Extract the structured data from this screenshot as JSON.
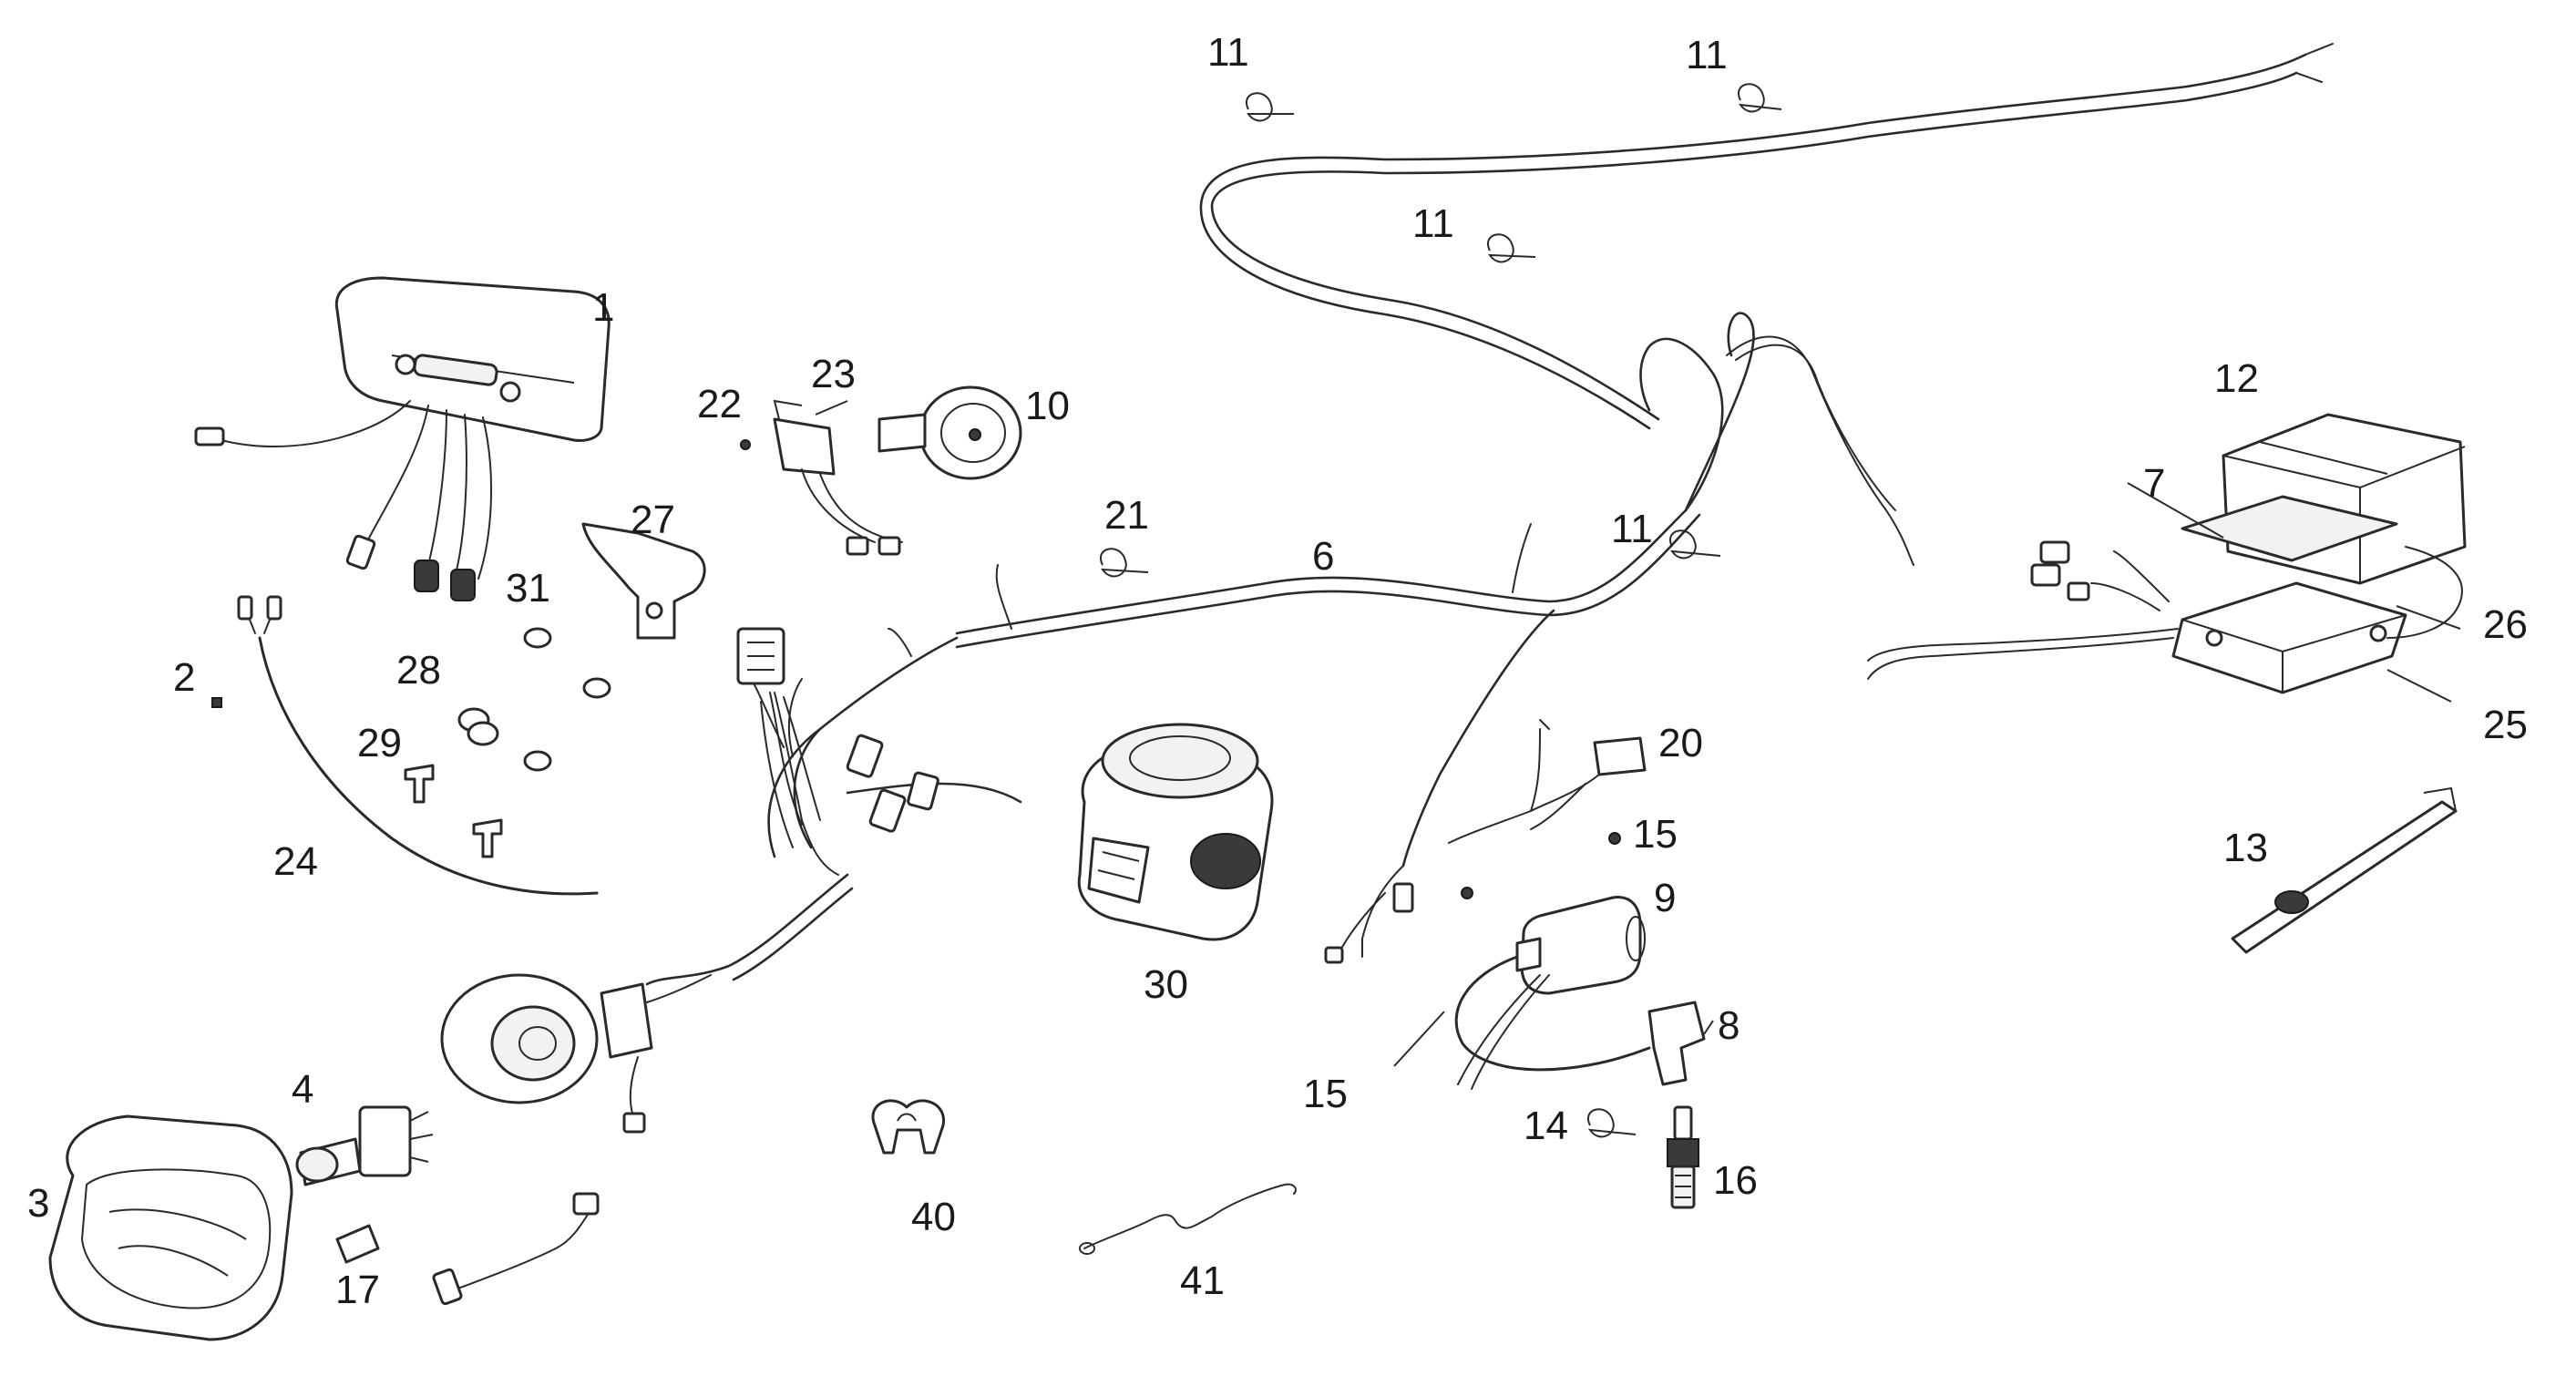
{
  "diagram": {
    "callouts": [
      {
        "id": "c1",
        "text": "1"
      },
      {
        "id": "c2",
        "text": "2"
      },
      {
        "id": "c3",
        "text": "3"
      },
      {
        "id": "c4",
        "text": "4"
      },
      {
        "id": "c6",
        "text": "6"
      },
      {
        "id": "c7",
        "text": "7"
      },
      {
        "id": "c8",
        "text": "8"
      },
      {
        "id": "c9",
        "text": "9"
      },
      {
        "id": "c10",
        "text": "10"
      },
      {
        "id": "c11a",
        "text": "11"
      },
      {
        "id": "c11b",
        "text": "11"
      },
      {
        "id": "c11c",
        "text": "11"
      },
      {
        "id": "c11d",
        "text": "11"
      },
      {
        "id": "c12",
        "text": "12"
      },
      {
        "id": "c13",
        "text": "13"
      },
      {
        "id": "c14",
        "text": "14"
      },
      {
        "id": "c15a",
        "text": "15"
      },
      {
        "id": "c15b",
        "text": "15"
      },
      {
        "id": "c16",
        "text": "16"
      },
      {
        "id": "c17",
        "text": "17"
      },
      {
        "id": "c20",
        "text": "20"
      },
      {
        "id": "c21",
        "text": "21"
      },
      {
        "id": "c22",
        "text": "22"
      },
      {
        "id": "c23",
        "text": "23"
      },
      {
        "id": "c24",
        "text": "24"
      },
      {
        "id": "c25",
        "text": "25"
      },
      {
        "id": "c26",
        "text": "26"
      },
      {
        "id": "c27",
        "text": "27"
      },
      {
        "id": "c28",
        "text": "28"
      },
      {
        "id": "c29",
        "text": "29"
      },
      {
        "id": "c30",
        "text": "30"
      },
      {
        "id": "c31",
        "text": "31"
      },
      {
        "id": "c40",
        "text": "40"
      },
      {
        "id": "c41",
        "text": "41"
      }
    ]
  }
}
